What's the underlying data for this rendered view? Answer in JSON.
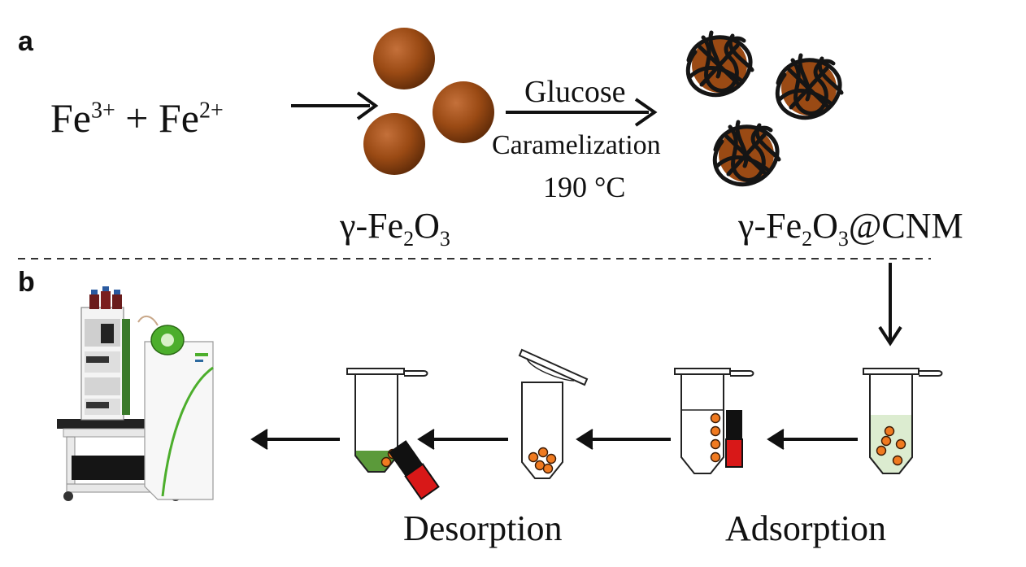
{
  "panels": {
    "a": "a",
    "b": "b"
  },
  "reaction": {
    "fe3": {
      "base": "Fe",
      "sup": "3+"
    },
    "plus": "+",
    "fe2": {
      "base": "Fe",
      "sup": "2+"
    }
  },
  "conditions": {
    "reagent": "Glucose",
    "process": "Caramelization",
    "temperature": "190 °C"
  },
  "products": {
    "oxide": {
      "prefix": "γ-Fe",
      "sub1": "2",
      "mid": "O",
      "sub2": "3",
      "suffix": ""
    },
    "composite": {
      "prefix": "γ-Fe",
      "sub1": "2",
      "mid": "O",
      "sub2": "3",
      "suffix": "@CNM"
    }
  },
  "steps": {
    "desorption": "Desorption",
    "adsorption": "Adsorption"
  },
  "colors": {
    "particle": "#9a4a14",
    "particle_shadow": "#5e2a08",
    "carbon_shell": "#151515",
    "orange_bead": "#f07a20",
    "green_bead": "#2f8f2a",
    "pale_solution": "#dcecd0",
    "eluent": "#5b9a3a",
    "magnet_black": "#111111",
    "magnet_red": "#d81818",
    "instrument_green": "#4cae2c"
  },
  "icons": [
    "nanoparticle-icon",
    "carbon-coated-nanoparticle-icon",
    "microcentrifuge-tube-icon",
    "magnet-icon",
    "lc-ms-instrument-icon"
  ]
}
